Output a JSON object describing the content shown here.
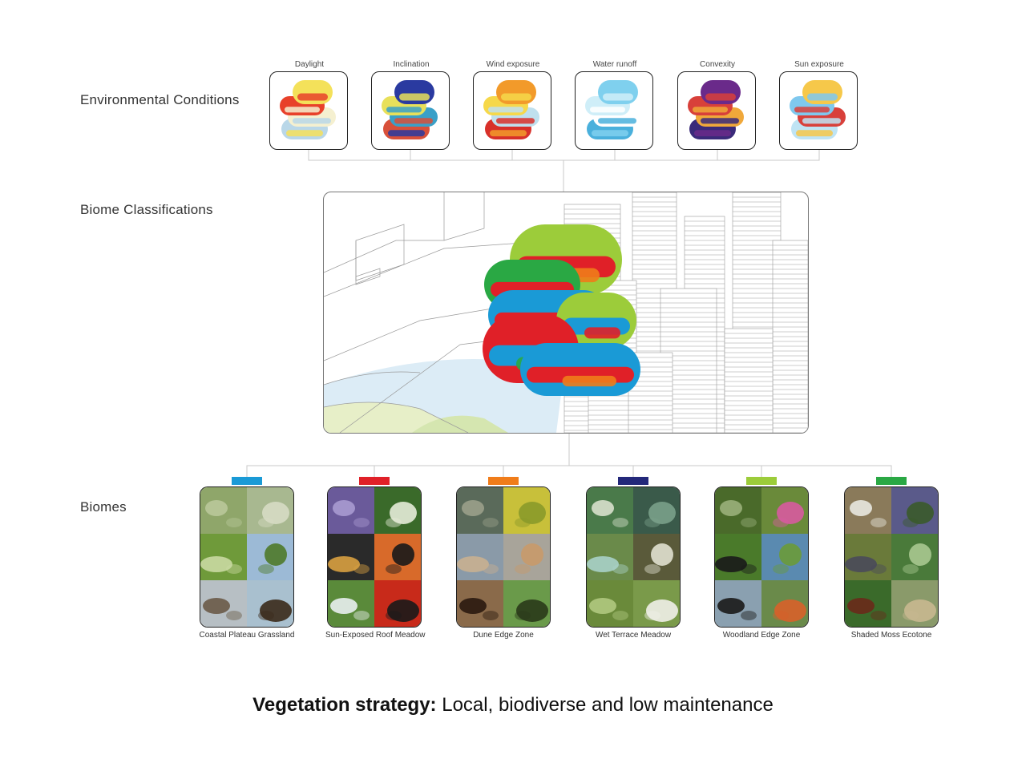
{
  "labels": {
    "environmental_conditions": "Environmental Conditions",
    "biome_classifications": "Biome Classifications",
    "biomes": "Biomes"
  },
  "conditions": [
    {
      "label": "Daylight",
      "palette": [
        "#f4e15a",
        "#e8412a",
        "#f5f0d0",
        "#b9d7e8"
      ]
    },
    {
      "label": "Inclination",
      "palette": [
        "#2a3aa0",
        "#e8e05a",
        "#3aa0c8",
        "#d8503a"
      ]
    },
    {
      "label": "Wind exposure",
      "palette": [
        "#f29a2a",
        "#f6d84a",
        "#bfe0ee",
        "#d8302a"
      ]
    },
    {
      "label": "Water runoff",
      "palette": [
        "#7fd0ee",
        "#cfeef8",
        "#ffffff",
        "#4ab0dc"
      ]
    },
    {
      "label": "Convexity",
      "palette": [
        "#6a2a8a",
        "#d8403a",
        "#f0a83a",
        "#3a2a7a"
      ]
    },
    {
      "label": "Sun exposure",
      "palette": [
        "#f6c84a",
        "#7fc8ee",
        "#d8403a",
        "#bfe4f4"
      ]
    }
  ],
  "biomes": [
    {
      "name": "Coastal Plateau Grassland",
      "color": "#1a9ad6"
    },
    {
      "name": "Sun-Exposed Roof Meadow",
      "color": "#e02028"
    },
    {
      "name": "Dune Edge Zone",
      "color": "#f07c1a"
    },
    {
      "name": "Wet Terrace Meadow",
      "color": "#23287a"
    },
    {
      "name": "Woodland Edge Zone",
      "color": "#9ccc3a"
    },
    {
      "name": "Shaded Moss Ecotone",
      "color": "#2aa844"
    }
  ],
  "footer": {
    "bold": "Vegetation strategy:",
    "rest": " Local, biodiverse and low maintenance"
  }
}
